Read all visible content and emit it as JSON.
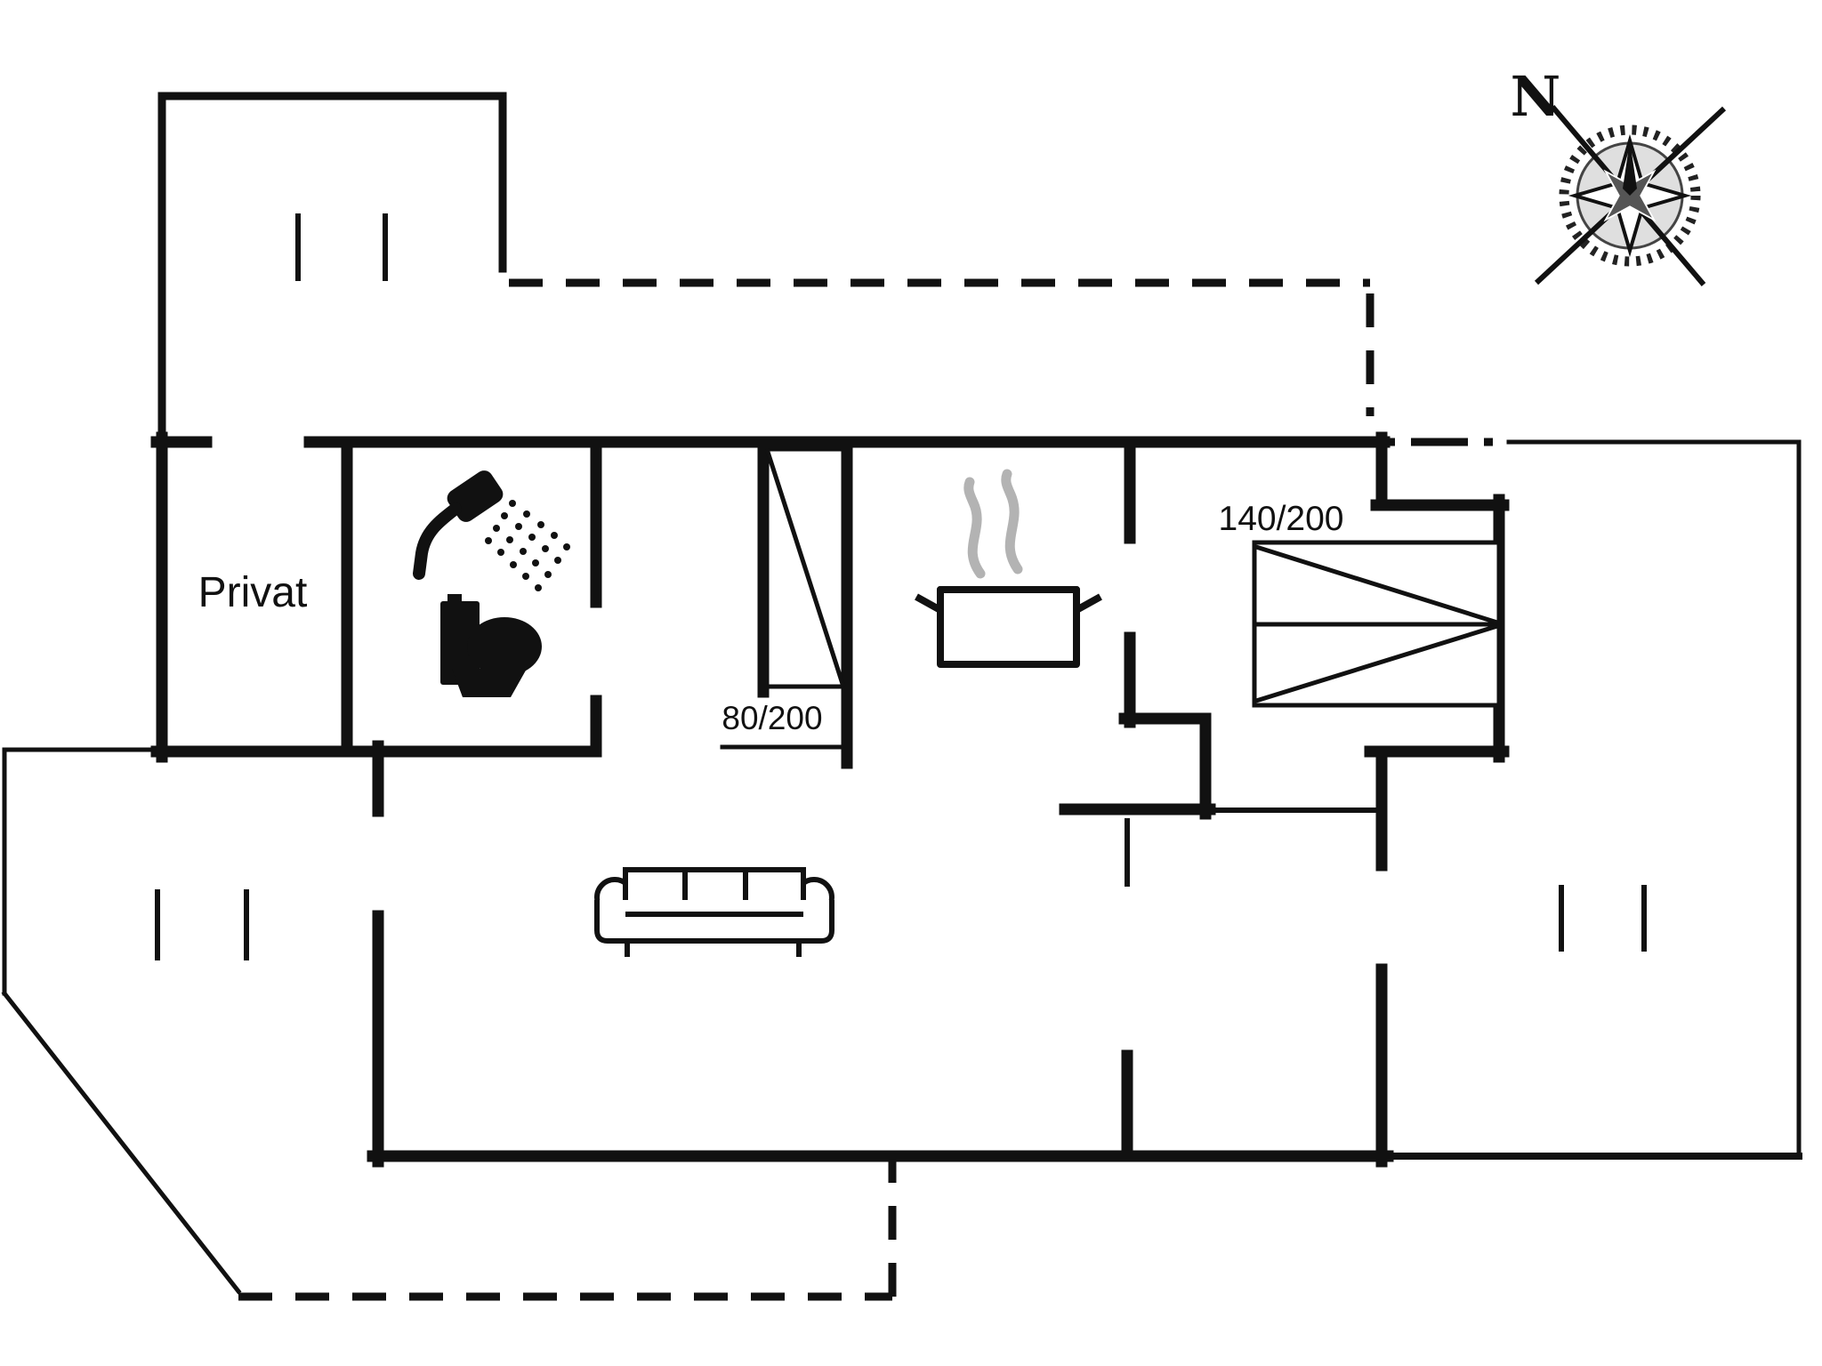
{
  "title": "Holiday house floor plan",
  "labels": {
    "private_room": "Privat",
    "single_bed_size": "80/200",
    "double_bed_size": "140/200",
    "compass_north": "N"
  },
  "icons": {
    "shower": "shower-icon",
    "toilet": "toilet-icon",
    "stove_pot": "steaming-pot-icon",
    "sofa": "sofa-icon",
    "single_bed": "single-bed-symbol",
    "double_bed": "double-bed-symbol",
    "compass": "compass-rose-icon"
  },
  "colors": {
    "background": "#ffffff",
    "wall": "#111111",
    "steam": "#b3b3b3"
  }
}
